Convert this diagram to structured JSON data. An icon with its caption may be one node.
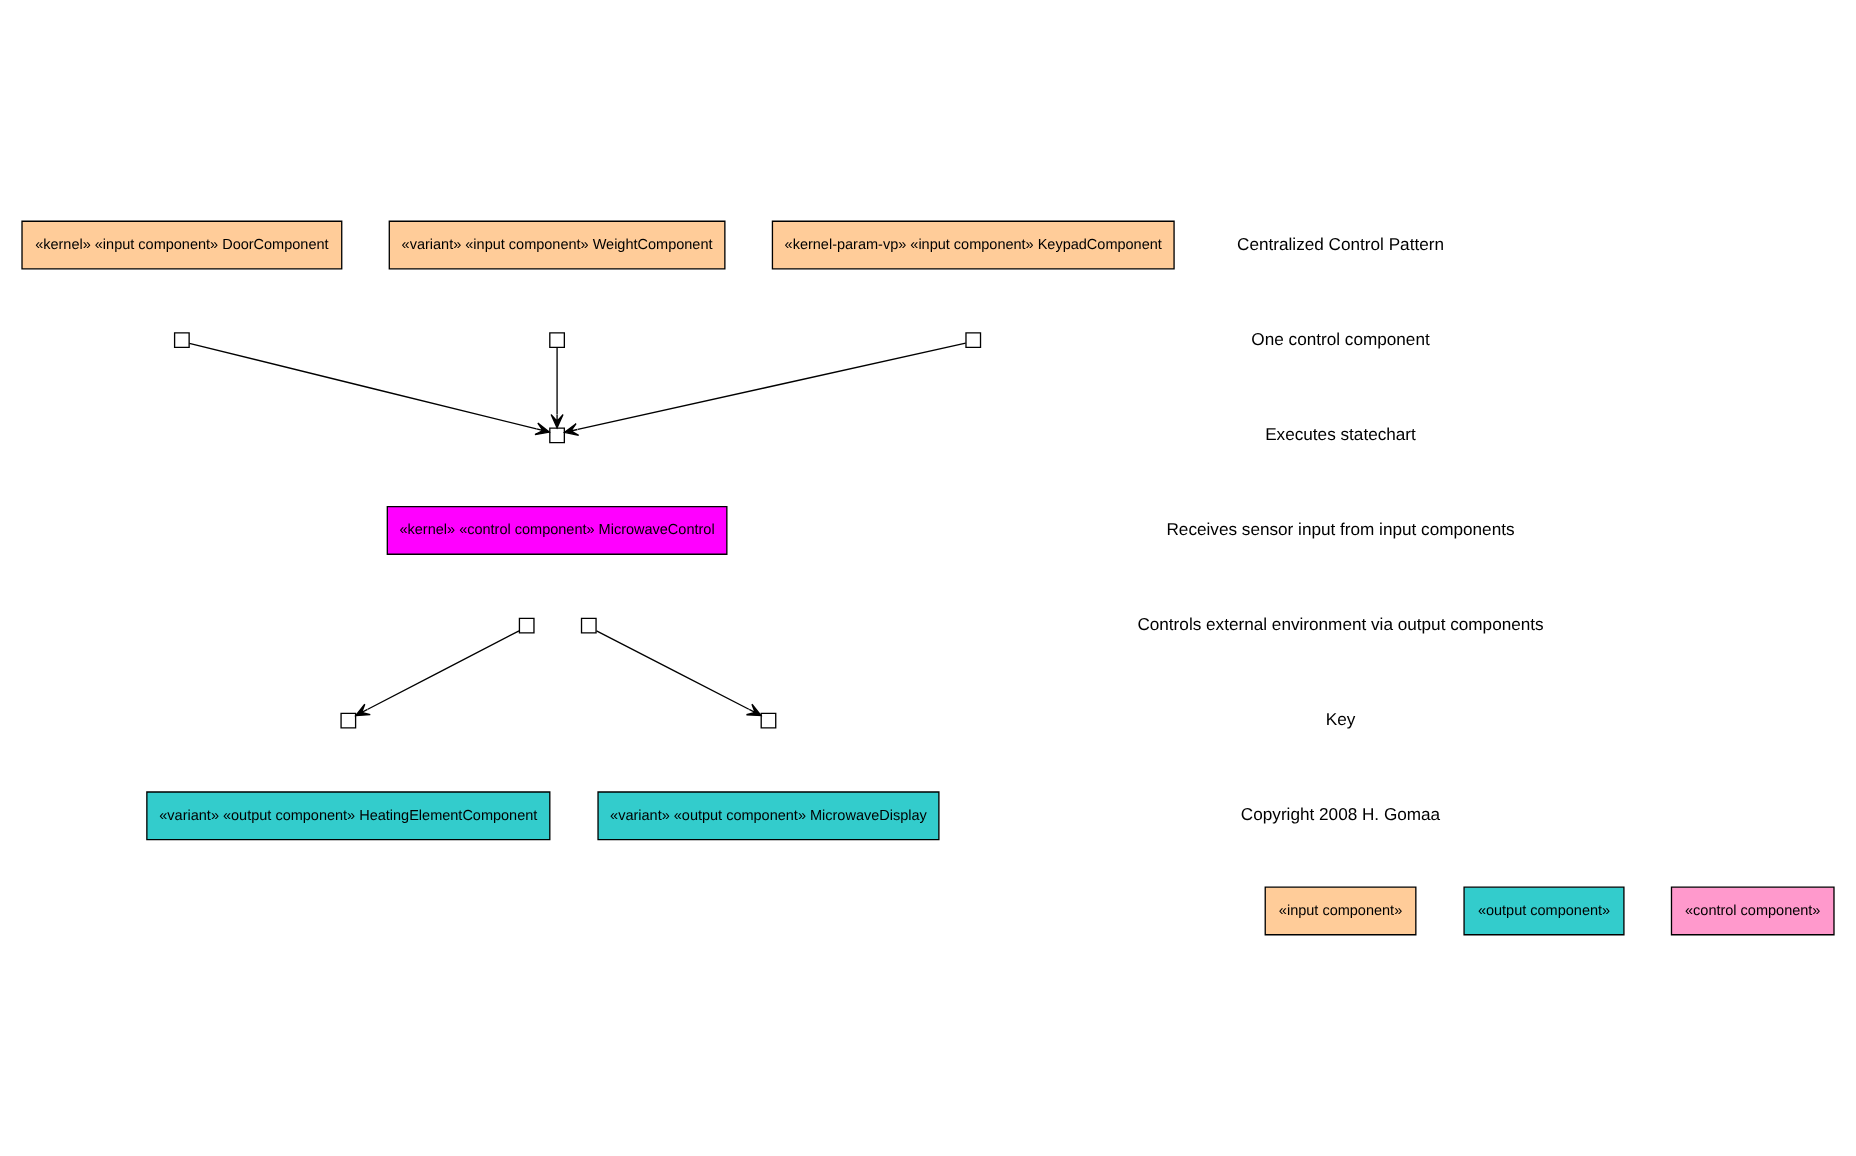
{
  "diagram": {
    "nodes": [
      {
        "text": [
          "«kernel» «input component» DoorComponent"
        ]
      },
      {
        "text": [
          "«variant» «input component» WeightComponent"
        ]
      },
      {
        "text": [
          "«kernel-param-vp» «input component» KeypadComponent"
        ]
      },
      {
        "text": [],
        "shape": "box"
      },
      {
        "text": [],
        "shape": "box"
      },
      {
        "text": [],
        "shape": "box"
      },
      {
        "text": [],
        "shape": "box"
      },
      {
        "text": [
          "«kernel» «control component» MicrowaveControl"
        ]
      },
      {
        "text": [],
        "shape": "box"
      },
      {
        "text": [],
        "shape": "box"
      },
      {
        "text": [],
        "shape": "box"
      },
      {
        "text": [],
        "shape": "box"
      },
      {
        "text": [
          "«variant» «output component» HeatingElementComponent"
        ]
      },
      {
        "text": [
          "«variant» «output component» MicrowaveDisplay"
        ]
      },
      {
        "text": [
          "«input component»"
        ]
      },
      {
        "text": [
          "«output component»"
        ]
      },
      {
        "text": [
          "«control component»"
        ]
      }
    ],
    "edges": [
      {
        "from": 3,
        "to": 6,
        "arrow": "to"
      },
      {
        "from": 4,
        "to": 6,
        "arrow": "to"
      },
      {
        "from": 5,
        "to": 6,
        "arrow": "to"
      },
      {
        "from": 8,
        "to": 10,
        "arrow": "to"
      },
      {
        "from": 9,
        "to": 11,
        "arrow": "to"
      }
    ],
    "labels": [
      "Centralized Control Pattern",
      "One control component",
      "Executes statechart",
      "Receives sensor input from input components",
      "Controls external environment via output components",
      "Key",
      "Copyright 2008 H. Gomaa"
    ]
  }
}
